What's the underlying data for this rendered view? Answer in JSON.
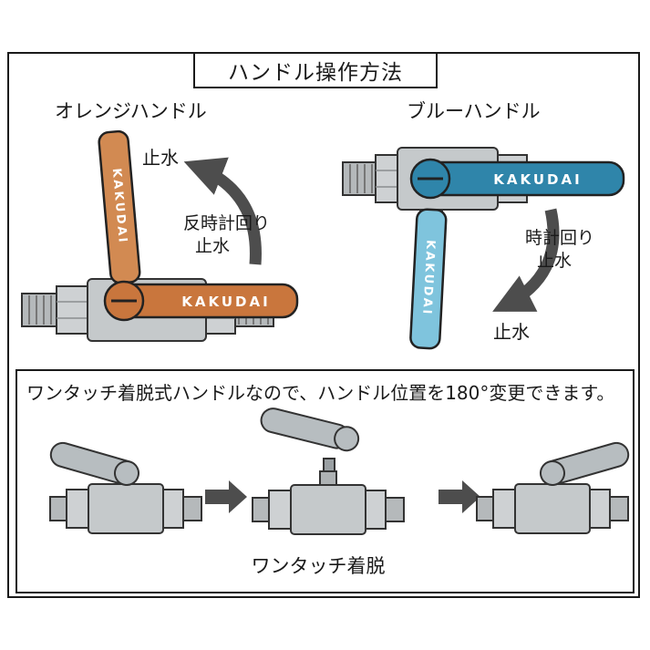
{
  "title": "ハンドル操作方法",
  "brand": "KAKUDAI",
  "orange_section": {
    "label": "オレンジハンドル",
    "stop_label": "止水",
    "direction_line1": "反時計回り",
    "direction_line2": "止水"
  },
  "blue_section": {
    "label": "ブルーハンドル",
    "direction_line1": "時計回り",
    "direction_line2": "止水",
    "stop_label": "止水"
  },
  "bottom_section": {
    "description": "ワンタッチ着脱式ハンドルなので、ハンドル位置を180°変更できます。",
    "caption": "ワンタッチ着脱"
  },
  "colors": {
    "orange": "#c9763d",
    "orange_light": "#d28a52",
    "blue": "#2f85aa",
    "blue_light": "#7fc4dd",
    "metal_gray": "#c5c9cb",
    "arrow_gray": "#4d4d4d"
  }
}
